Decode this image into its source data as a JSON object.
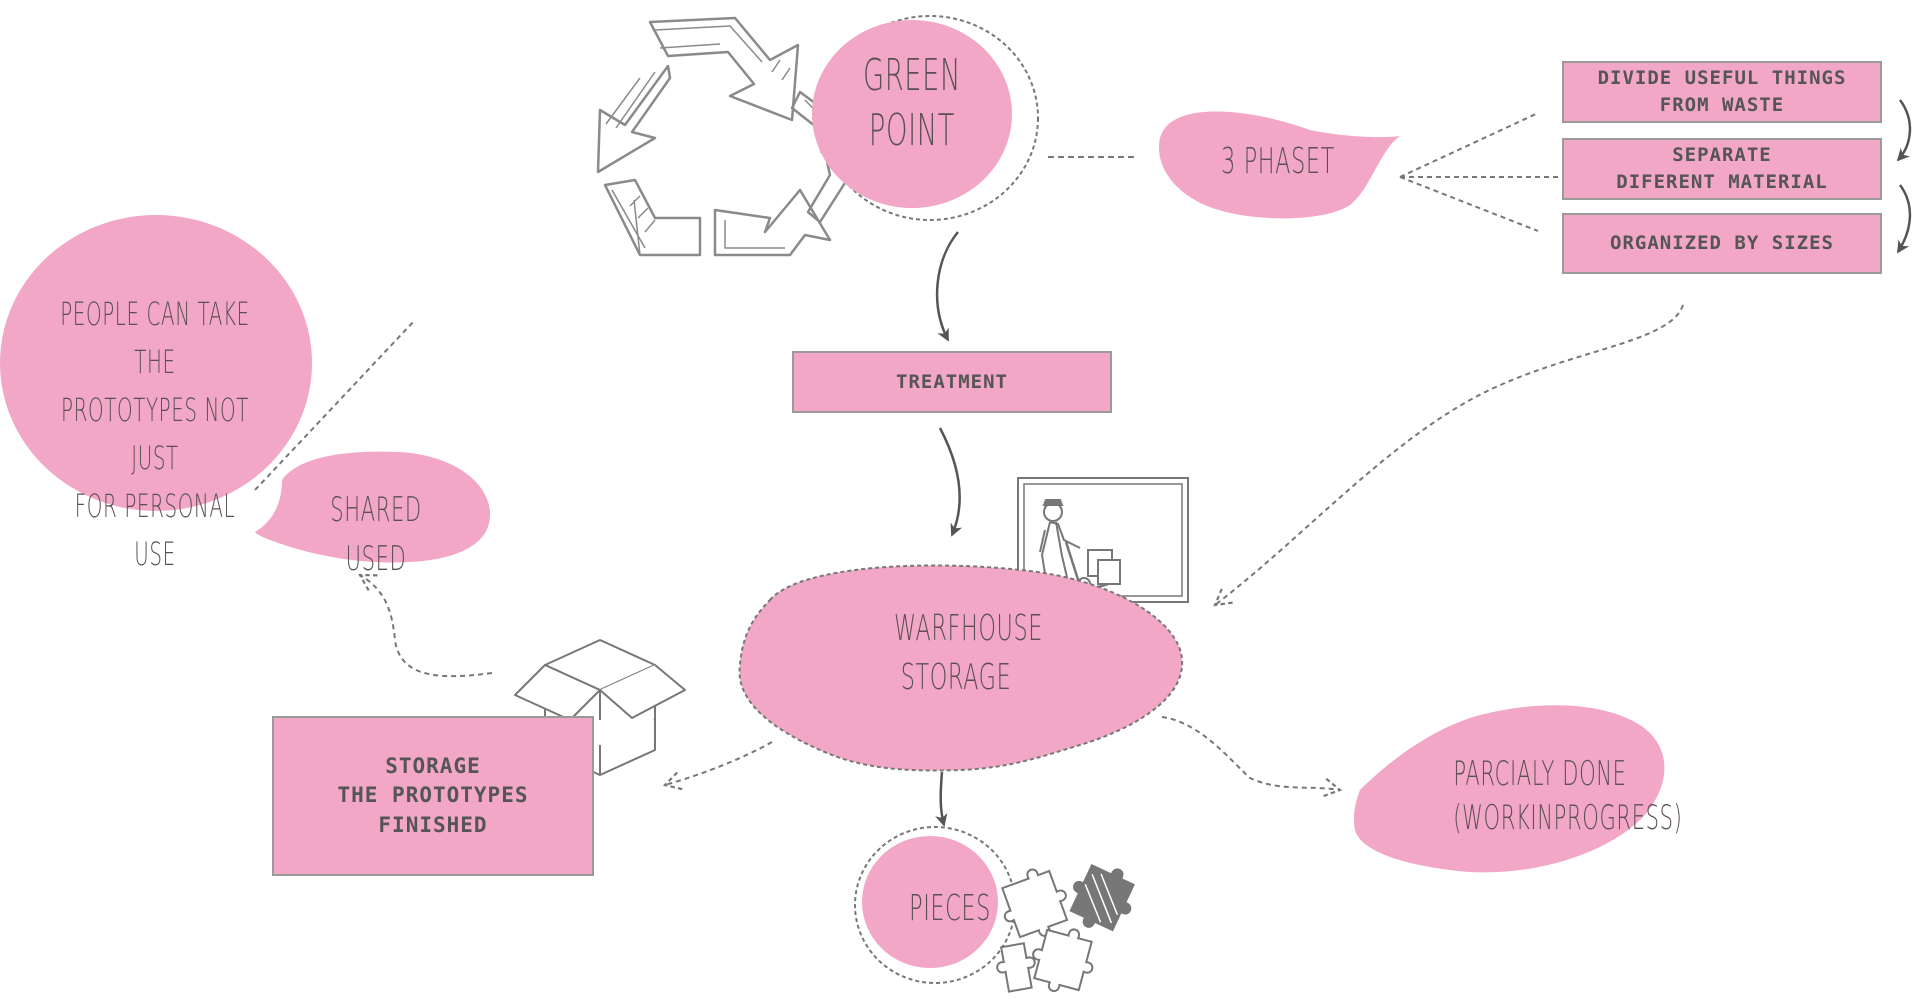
{
  "nodes": {
    "green_point": "GREEN\nPOINT",
    "three_phase": "3 PHASET",
    "phase_1": "DIVIDE USEFUL THINGS\nFROM WASTE",
    "phase_2": "SEPARATE\nDIFERENT MATERIAL",
    "phase_3": "ORGANIZED BY SIZES",
    "treatment": "TREATMENT",
    "warehouse": "WARFHOUSE\nSTORAGE",
    "storage_prototypes": "STORAGE\nTHE PROTOTYPES\nFINISHED",
    "pieces": "PIECES",
    "partially_done": "PARCIALY DONE\n(WORKINPROGRESS)",
    "shared_used": "SHARED USED",
    "people_note": "PEOPLE CAN TAKE THE\nPROTOTYPES NOT JUST\nFOR PERSONAL USE"
  },
  "icons": [
    "recycle-icon",
    "worker-trolley-icon",
    "open-box-icon",
    "puzzle-pieces-icon"
  ],
  "colors": {
    "pink": "#f2a7c6",
    "line": "#777777",
    "box_border": "#9a9a9a",
    "text": "#555555"
  }
}
